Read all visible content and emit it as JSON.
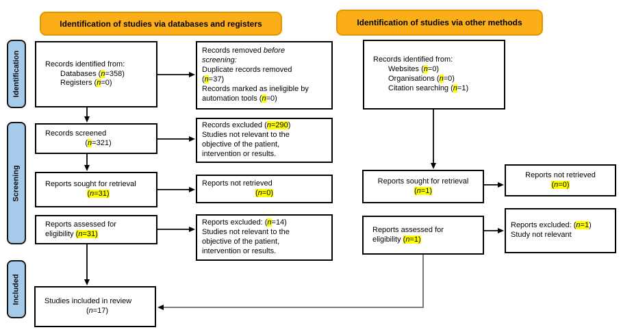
{
  "headers": [
    {
      "label": "Identification of studies via databases and registers"
    },
    {
      "label": "Identification of studies via other methods"
    }
  ],
  "sidebar": [
    {
      "label": "Identification"
    },
    {
      "label": "Screening"
    },
    {
      "label": "Included"
    }
  ],
  "colors": {
    "header_fill": "#FBAE17",
    "header_border": "#DE9700",
    "sidebar_fill": "#A6CAEA",
    "highlight": "#FFFF00",
    "box_border": "#000000",
    "elbow_arrow": "#6B6B6B"
  },
  "boxes": {
    "records_identified_db": {
      "lines": [
        {
          "segs": [
            {
              "t": "Records identified from:"
            }
          ]
        },
        {
          "indent": 22,
          "segs": [
            {
              "t": "Databases ("
            },
            {
              "t": "n",
              "hl": true,
              "it": true
            },
            {
              "t": "=358)"
            }
          ]
        },
        {
          "indent": 22,
          "segs": [
            {
              "t": "Registers ("
            },
            {
              "t": "n",
              "hl": true,
              "it": true
            },
            {
              "t": "=0)"
            }
          ]
        }
      ]
    },
    "records_removed": {
      "lines": [
        {
          "segs": [
            {
              "t": "Records removed "
            },
            {
              "t": "before",
              "it": true
            }
          ]
        },
        {
          "segs": [
            {
              "t": "screening:",
              "it": true
            }
          ]
        },
        {
          "segs": [
            {
              "t": "Duplicate records removed"
            }
          ]
        },
        {
          "segs": [
            {
              "t": "("
            },
            {
              "t": "n",
              "hl": true,
              "it": true
            },
            {
              "t": "=37)"
            }
          ]
        },
        {
          "segs": [
            {
              "t": "Records marked as ineligible by"
            }
          ]
        },
        {
          "segs": [
            {
              "t": "automation tools ("
            },
            {
              "t": "n",
              "hl": true,
              "it": true
            },
            {
              "t": "=0)"
            }
          ]
        }
      ]
    },
    "records_screened": {
      "lines": [
        {
          "segs": [
            {
              "t": "Records screened"
            }
          ]
        },
        {
          "align": "center",
          "segs": [
            {
              "t": "("
            },
            {
              "t": "n",
              "hl": true,
              "it": true
            },
            {
              "t": "=321)"
            }
          ]
        }
      ]
    },
    "records_excluded": {
      "lines": [
        {
          "segs": [
            {
              "t": "Records excluded ("
            },
            {
              "t": "n",
              "hl": true,
              "it": true
            },
            {
              "t": "=290",
              "hl": true
            },
            {
              "t": ")"
            }
          ]
        },
        {
          "segs": [
            {
              "t": "Studies not relevant to the"
            }
          ]
        },
        {
          "segs": [
            {
              "t": "objective of the patient,"
            }
          ]
        },
        {
          "segs": [
            {
              "t": "intervention or results."
            }
          ]
        }
      ]
    },
    "reports_sought_db": {
      "lines": [
        {
          "segs": [
            {
              "t": "Reports sought for retrieval"
            }
          ]
        },
        {
          "align": "center",
          "segs": [
            {
              "t": "(",
              "hl": true
            },
            {
              "t": "n",
              "hl": true,
              "it": true
            },
            {
              "t": "=31)",
              "hl": true
            }
          ]
        }
      ]
    },
    "reports_not_retrieved_db": {
      "lines": [
        {
          "segs": [
            {
              "t": "Reports not retrieved"
            }
          ]
        },
        {
          "align": "center",
          "segs": [
            {
              "t": "(",
              "hl": true
            },
            {
              "t": "n",
              "hl": true,
              "it": true
            },
            {
              "t": "=0)",
              "hl": true
            }
          ]
        }
      ]
    },
    "reports_assessed_db": {
      "lines": [
        {
          "segs": [
            {
              "t": "Reports assessed for"
            }
          ]
        },
        {
          "segs": [
            {
              "t": "eligibility "
            },
            {
              "t": "(",
              "hl": true
            },
            {
              "t": "n",
              "hl": true,
              "it": true
            },
            {
              "t": "=31)",
              "hl": true
            }
          ]
        }
      ]
    },
    "reports_excluded_db": {
      "lines": [
        {
          "segs": [
            {
              "t": "Reports excluded: ("
            },
            {
              "t": "n",
              "hl": true,
              "it": true
            },
            {
              "t": "=14)"
            }
          ]
        },
        {
          "segs": [
            {
              "t": "Studies not relevant to the"
            }
          ]
        },
        {
          "segs": [
            {
              "t": "objective of the patient,"
            }
          ]
        },
        {
          "segs": [
            {
              "t": "intervention or results."
            }
          ]
        }
      ]
    },
    "studies_included": {
      "lines": [
        {
          "segs": [
            {
              "t": "Studies included in review"
            }
          ]
        },
        {
          "align": "center",
          "segs": [
            {
              "t": "("
            },
            {
              "t": "n",
              "it": true
            },
            {
              "t": "=17)"
            }
          ]
        }
      ]
    },
    "records_identified_other": {
      "lines": [
        {
          "segs": [
            {
              "t": "Records identified from:"
            }
          ]
        },
        {
          "indent": 22,
          "segs": [
            {
              "t": "Websites ("
            },
            {
              "t": "n",
              "hl": true,
              "it": true
            },
            {
              "t": "=0)"
            }
          ]
        },
        {
          "indent": 22,
          "segs": [
            {
              "t": "Organisations ("
            },
            {
              "t": "n",
              "hl": true,
              "it": true
            },
            {
              "t": "=0)"
            }
          ]
        },
        {
          "indent": 22,
          "segs": [
            {
              "t": "Citation searching ("
            },
            {
              "t": "n",
              "hl": true,
              "it": true
            },
            {
              "t": "=1)"
            }
          ]
        }
      ]
    },
    "reports_sought_other": {
      "lines": [
        {
          "align": "center",
          "segs": [
            {
              "t": "Reports sought for retrieval"
            }
          ]
        },
        {
          "align": "center",
          "segs": [
            {
              "t": "(",
              "hl": true
            },
            {
              "t": "n",
              "hl": true,
              "it": true
            },
            {
              "t": "=1)",
              "hl": true
            }
          ]
        }
      ]
    },
    "reports_not_retrieved_other": {
      "lines": [
        {
          "align": "center",
          "segs": [
            {
              "t": "Reports not retrieved"
            }
          ]
        },
        {
          "align": "center",
          "segs": [
            {
              "t": "(",
              "hl": true
            },
            {
              "t": "n",
              "hl": true,
              "it": true
            },
            {
              "t": "=0)",
              "hl": true
            }
          ]
        }
      ]
    },
    "reports_assessed_other": {
      "lines": [
        {
          "segs": [
            {
              "t": "Reports assessed for"
            }
          ]
        },
        {
          "segs": [
            {
              "t": "eligibility "
            },
            {
              "t": "(",
              "hl": true
            },
            {
              "t": "n",
              "hl": true,
              "it": true
            },
            {
              "t": "=1)",
              "hl": true
            }
          ]
        }
      ]
    },
    "reports_excluded_other": {
      "lines": [
        {
          "segs": [
            {
              "t": "Reports excluded: ("
            },
            {
              "t": "n",
              "hl": true,
              "it": true
            },
            {
              "t": "=1",
              "hl": true
            },
            {
              "t": ")"
            }
          ]
        },
        {
          "segs": [
            {
              "t": "Study not relevant"
            }
          ]
        }
      ]
    }
  }
}
